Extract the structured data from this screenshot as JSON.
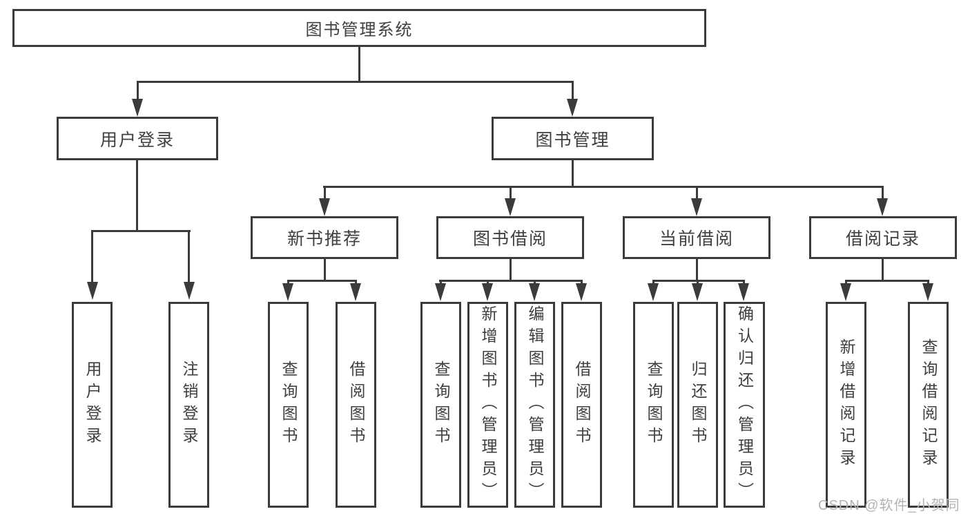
{
  "tree": {
    "root": "图书管理系统",
    "branches": [
      {
        "label": "用户登录",
        "children": [
          "用户登录",
          "注销登录"
        ]
      },
      {
        "label": "图书管理",
        "sections": [
          {
            "label": "新书推荐",
            "children": [
              "查询图书",
              "借阅图书"
            ]
          },
          {
            "label": "图书借阅",
            "children": [
              "查询图书",
              "新增图书（管理员）",
              "编辑图书（管理员）",
              "借阅图书"
            ]
          },
          {
            "label": "当前借阅",
            "children": [
              "查询图书",
              "归还图书",
              "确认归还（管理员）"
            ]
          },
          {
            "label": "借阅记录",
            "children": [
              "新增借阅记录",
              "查询借阅记录"
            ]
          }
        ]
      }
    ]
  },
  "watermark": "CSDN @软件_小贺同学",
  "colors": {
    "line": "#3b3b3b",
    "text": "#3f3f3f",
    "watermark": "#b3b3b3",
    "background": "#ffffff"
  }
}
